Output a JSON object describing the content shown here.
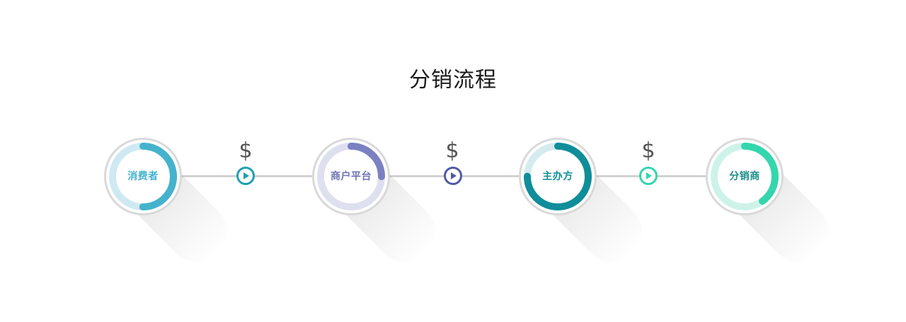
{
  "title": "分销流程",
  "nodes": [
    {
      "label": "消费者",
      "track_color": "#cfe9f2",
      "arc_color": "#45b2cd",
      "label_color": "#45b2cd",
      "progress": 0.5
    },
    {
      "label": "商户平台",
      "track_color": "#dedfef",
      "arc_color": "#7b80c2",
      "label_color": "#6e73b3",
      "progress": 0.25
    },
    {
      "label": "主办方",
      "track_color": "#d6ebf0",
      "arc_color": "#0f8e9a",
      "label_color": "#0f8e9a",
      "progress": 0.75
    },
    {
      "label": "分销商",
      "track_color": "#cdf3e9",
      "arc_color": "#34d6ad",
      "label_color": "#1a8f8a",
      "progress": 0.4
    }
  ],
  "links": [
    {
      "symbol": "$",
      "icon": "play-circle-icon",
      "color": "#1f9fb3"
    },
    {
      "symbol": "$",
      "icon": "play-circle-icon",
      "color": "#4f5aa6"
    },
    {
      "symbol": "$",
      "icon": "play-circle-icon",
      "color": "#34d6ad"
    }
  ]
}
